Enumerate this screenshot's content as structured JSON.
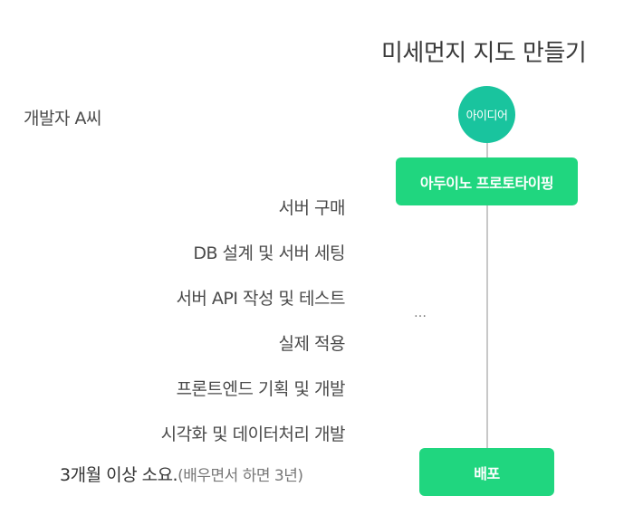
{
  "title": "미세먼지 지도 만들기",
  "actor": "개발자 A씨",
  "nodes": {
    "idea": "아이디어",
    "prototype": "아두이노 프로토타이핑",
    "deploy": "배포"
  },
  "steps": [
    "서버 구매",
    "DB 설계 및 서버 세팅",
    "서버 API 작성 및 테스트",
    "실제 적용",
    "프론트엔드 기획 및 개발",
    "시각화 및 데이터처리 개발"
  ],
  "ellipsis": "…",
  "duration": {
    "main": "3개월 이상 소요.",
    "note": "(배우면서 하면 3년)"
  },
  "colors": {
    "idea": "#19c49e",
    "box": "#20d67f",
    "line": "#c8c8c8"
  }
}
